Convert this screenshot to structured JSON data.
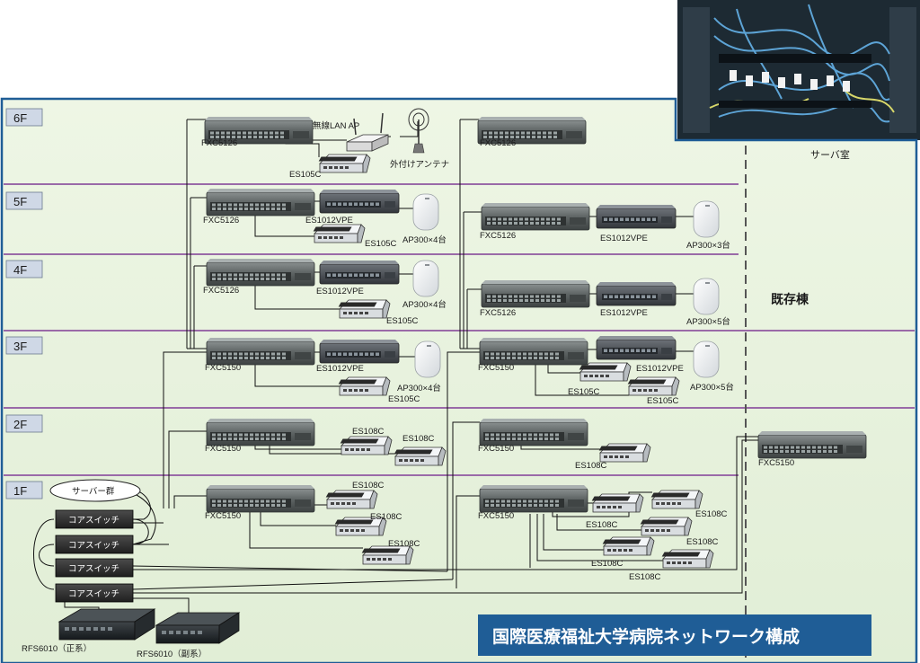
{
  "title": "国際医療福祉大学病院ネットワーク構成",
  "floors": [
    {
      "label": "6F"
    },
    {
      "label": "5F"
    },
    {
      "label": "4F"
    },
    {
      "label": "3F"
    },
    {
      "label": "2F"
    },
    {
      "label": "1F"
    }
  ],
  "server_room_label": "サーバ室",
  "existing_building_label": "既存棟",
  "server_group_label": "サーバー群",
  "core_switch_label": "コアスイッチ",
  "rfs_primary_label": "RFS6010（正系）",
  "rfs_secondary_label": "RFS6010（副系）",
  "wireless_ap_label": "無線LAN AP",
  "external_antenna_label": "外付けアンテナ",
  "devices": {
    "fxc5126": "FXC5126",
    "fxc5150": "FXC5150",
    "es105c": "ES105C",
    "es108c": "ES108C",
    "es1012vpe": "ES1012VPE",
    "ap300x4": "AP300×4台",
    "ap300x3": "AP300×3台",
    "ap300x5": "AP300×5台"
  },
  "colors": {
    "panel_bg": "#e8f2dd",
    "floor_line": "#9a6aa8",
    "floor_tab": "#cfd8e6",
    "title_bg": "#1f5d96",
    "core_bg": "#333333"
  }
}
